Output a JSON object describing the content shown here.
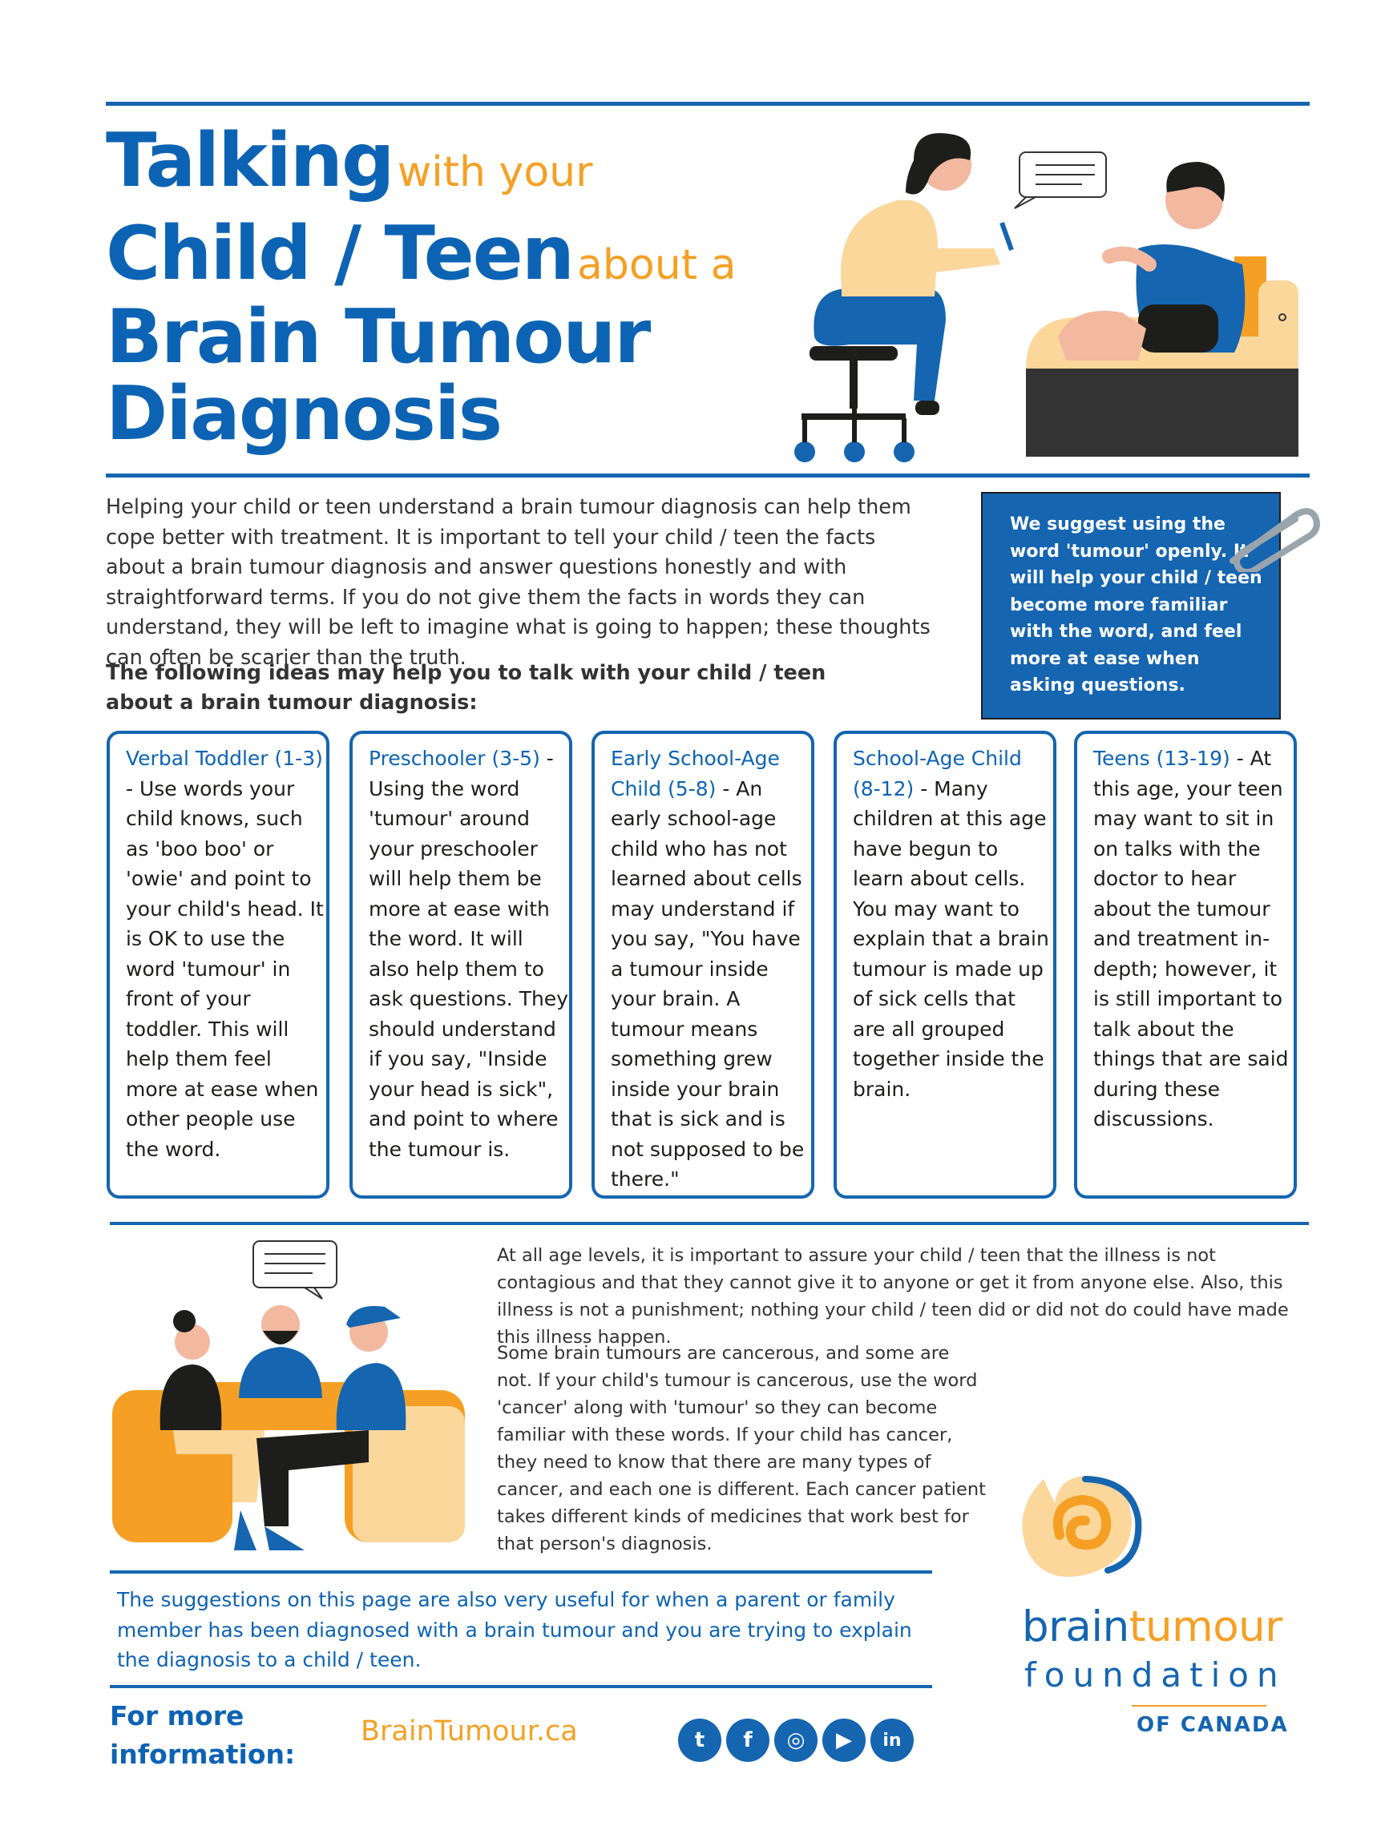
{
  "title": {
    "line1_big": "Talking",
    "line1_small": "with your",
    "line2_big": "Child / Teen",
    "line2_small": "about a",
    "line3_big": "Brain Tumour",
    "line4_big": "Diagnosis"
  },
  "intro": "Helping your child or teen understand a brain tumour diagnosis can help them cope better with treatment. It is important to tell your child / teen the facts about a brain tumour diagnosis and answer questions honestly and with straightforward terms. If you do not give them the facts in words they can understand, they will be left to imagine what is going to happen; these thoughts can often be scarier than the truth.",
  "ideas_heading": "The following ideas may help you to talk with your child / teen about a brain tumour diagnosis:",
  "suggestion_box": "We suggest using the word 'tumour' openly. It will help your child / teen become more familiar with the word, and feel more at ease when asking questions.",
  "cards": [
    {
      "heading": "Verbal Toddler (1-3)",
      "body": " - Use words your child knows, such as 'boo boo' or 'owie' and point to your child's head. It is OK to use the word 'tumour' in front of your toddler. This will help them feel more at ease when other people use the word."
    },
    {
      "heading": "Preschooler (3-5)",
      "body": " - Using the word 'tumour' around your preschooler will help them be more at ease with the word. It will also help them to ask questions. They should understand if you say, \"Inside your head is sick\", and point to where the tumour is."
    },
    {
      "heading": "Early School-Age Child (5-8)",
      "body": " - An early school-age child who has not learned about cells may understand if you say, \"You have a tumour inside your brain. A tumour means something grew inside your brain that is sick and is not supposed to be there.\""
    },
    {
      "heading": "School-Age Child (8-12)",
      "body": " - Many children at this age have begun to learn about cells. You may want to explain that a brain tumour is made up of sick cells that are all grouped together inside the brain."
    },
    {
      "heading": "Teens (13-19)",
      "body": " - At this age, your teen may want to sit in on talks with the doctor to hear about the tumour and treatment in-depth; however, it is still important to talk about the things that are said during these discussions."
    }
  ],
  "para1": "At all age levels, it is important to assure your child / teen that the illness is not contagious and that they cannot give it to anyone or get it from anyone else. Also, this illness is not a punishment; nothing your child / teen did or did not do could have made this illness happen.",
  "para2": "Some brain tumours are cancerous, and some are not. If your child's tumour is cancerous, use the word 'cancer' along with 'tumour' so they can become familiar with these words. If your child has cancer, they need to know that there are many types of cancer, and each one is different. Each cancer patient takes different kinds of medicines that work best for that person's diagnosis.",
  "note": "The suggestions on this page are also very useful for when a parent or family member has been diagnosed with a brain tumour and you are trying to explain the diagnosis to a child / teen.",
  "footer": {
    "more_line1": "For more",
    "more_line2": "information:",
    "website": "BrainTumour.ca",
    "social": [
      {
        "icon": "twitter-icon",
        "glyph": "t"
      },
      {
        "icon": "facebook-icon",
        "glyph": "f"
      },
      {
        "icon": "instagram-icon",
        "glyph": "◎"
      },
      {
        "icon": "youtube-icon",
        "glyph": "▶"
      },
      {
        "icon": "linkedin-icon",
        "glyph": "in"
      }
    ]
  },
  "logo": {
    "word1": "brain",
    "word2": "tumour",
    "word3": "foundation",
    "word4": "OF CANADA"
  },
  "colors": {
    "brand_blue": "#1565b0",
    "brand_orange": "#f5a024"
  }
}
